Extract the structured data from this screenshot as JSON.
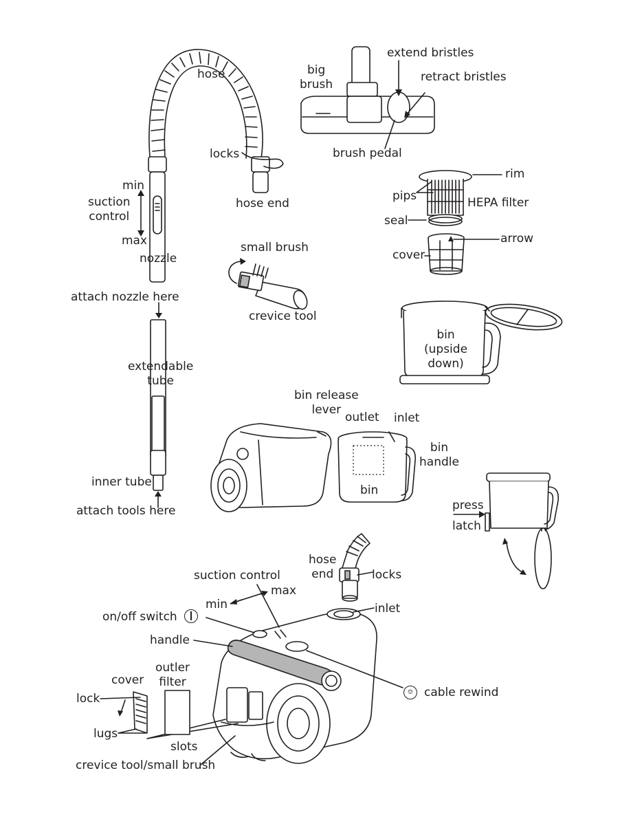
{
  "labels": {
    "hose": "hose",
    "locks_top": "locks",
    "hose_end_top": "hose end",
    "min": "min",
    "suction_control_top": "suction\ncontrol",
    "max": "max",
    "nozzle": "nozzle",
    "attach_nozzle": "attach nozzle here",
    "extendable_tube": "extendable\ntube",
    "inner_tube": "inner tube",
    "attach_tools": "attach tools here",
    "big_brush": "big\nbrush",
    "extend_bristles": "extend bristles",
    "retract_bristles": "retract bristles",
    "brush_pedal": "brush pedal",
    "rim": "rim",
    "pips": "pips",
    "hepa_filter": "HEPA filter",
    "seal": "seal",
    "arrow": "arrow",
    "cover_filter": "cover",
    "bin_upside": "bin\n(upside\ndown)",
    "small_brush": "small brush",
    "crevice_tool": "crevice tool",
    "bin_release": "bin release\nlever",
    "outlet": "outlet",
    "inlet_bin": "inlet",
    "bin_handle": "bin\nhandle",
    "bin": "bin",
    "press": "press",
    "latch": "latch",
    "hose_end_bottom": "hose\nend",
    "locks_bottom": "locks",
    "suction_control_bottom": "suction control",
    "min_bottom": "min",
    "max_bottom": "max",
    "on_off_switch": "on/off switch",
    "inlet_main": "inlet",
    "handle": "handle",
    "cover_bottom": "cover",
    "outler_filter": "outler\nfilter",
    "lock": "lock",
    "cable_rewind": "cable rewind",
    "lugs": "lugs",
    "slots": "slots",
    "crevice_small_brush": "crevice tool/small brush"
  },
  "icons": {
    "power": "power-switch-icon",
    "cable": "cable-rewind-icon"
  }
}
